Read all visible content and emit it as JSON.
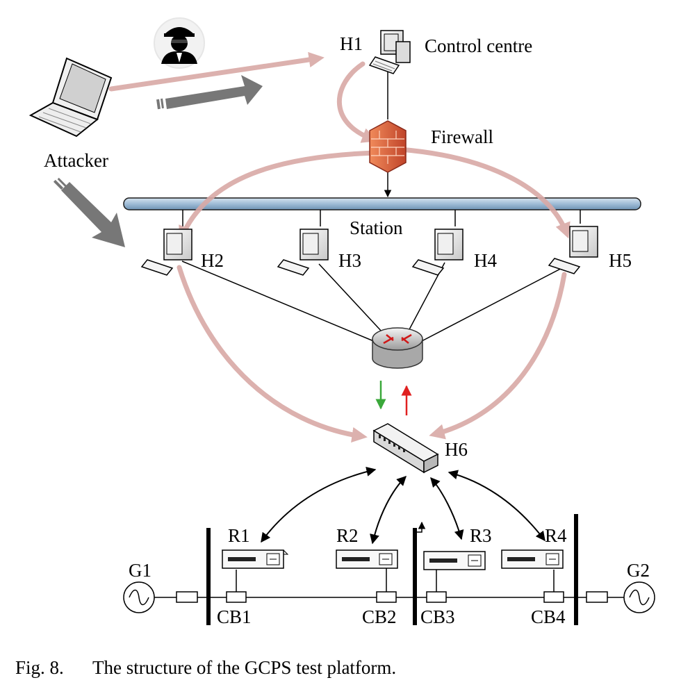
{
  "labels": {
    "attacker": "Attacker",
    "h1": "H1",
    "control_centre": "Control centre",
    "firewall": "Firewall",
    "station": "Station",
    "h2": "H2",
    "h3": "H3",
    "h4": "H4",
    "h5": "H5",
    "h6": "H6",
    "r1": "R1",
    "r2": "R2",
    "r3": "R3",
    "r4": "R4",
    "g1": "G1",
    "g2": "G2",
    "cb1": "CB1",
    "cb2": "CB2",
    "cb3": "CB3",
    "cb4": "CB4"
  },
  "caption": {
    "fig": "Fig. 8.",
    "text": "The structure of the GCPS test platform."
  },
  "colors": {
    "attack_path": "#d9a9a6",
    "station_bus": "#a9c4dc",
    "gray_arrow": "#777777",
    "down_arrow": "#3aa83a",
    "up_arrow": "#e02020",
    "firewall": "#e0603a"
  },
  "icons": [
    "attacker-hacker-icon",
    "laptop-icon",
    "computer-icon",
    "firewall-icon",
    "router-icon",
    "switch-icon",
    "relay-icon",
    "generator-icon"
  ]
}
